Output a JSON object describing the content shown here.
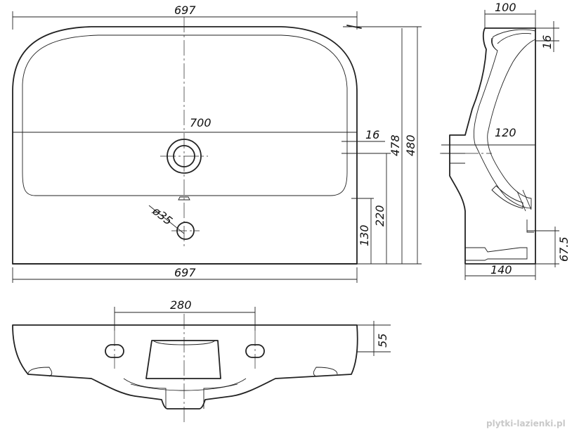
{
  "front_view": {
    "width_top": "697",
    "width_inner": "700",
    "width_bottom": "697",
    "hole_diameter": "ø35",
    "rim_depth": "16",
    "height_total": "480",
    "height_inner": "478",
    "drain_height": "220",
    "tap_height": "130"
  },
  "side_view": {
    "depth_top": "100",
    "rim_thickness": "16",
    "projection": "120",
    "depth_bottom": "140",
    "bracket_height": "67.5"
  },
  "bottom_view": {
    "hole_spacing": "280",
    "hole_height": "55"
  },
  "watermark": "plytki-lazienki.pl"
}
